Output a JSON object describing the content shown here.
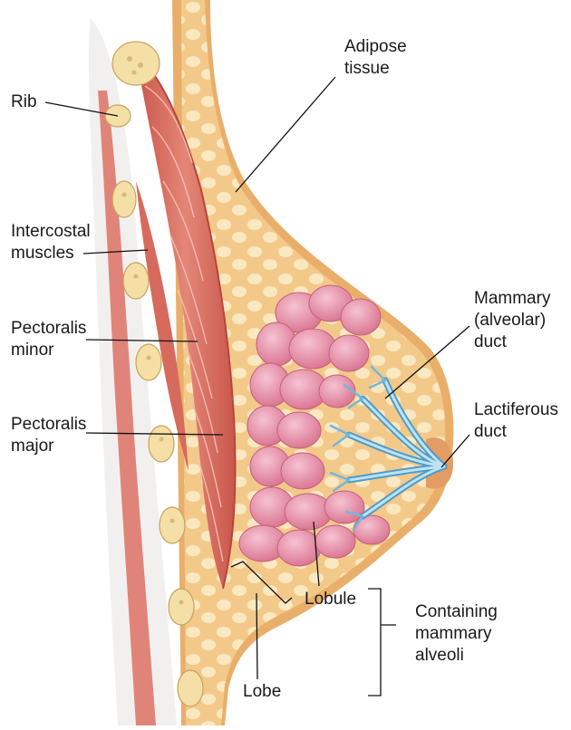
{
  "labels": {
    "rib": [
      "Rib"
    ],
    "intercostal": [
      "Intercostal",
      "muscles"
    ],
    "pec_minor": [
      "Pectoralis",
      "minor"
    ],
    "pec_major": [
      "Pectoralis",
      "major"
    ],
    "adipose": [
      "Adipose",
      "tissue"
    ],
    "mammary_duct": [
      "Mammary",
      "(alveolar)",
      "duct"
    ],
    "lactiferous": [
      "Lactiferous",
      "duct"
    ],
    "lobule": [
      "Lobule"
    ],
    "lobe": [
      "Lobe"
    ],
    "containing": [
      "Containing",
      "mammary",
      "alveoli"
    ]
  },
  "colors": {
    "skin": "#F2C98A",
    "skin_edge": "#C88A45",
    "fat_dot": "#FBEBC7",
    "muscle": "#D96A5E",
    "muscle_light": "#EFA394",
    "rib": "#F4DFA6",
    "lobule": "#E58AA6",
    "lobule_light": "#F2B4C6",
    "duct": "#6FB7DD",
    "duct_light": "#BFE3F3",
    "leader": "#111111"
  }
}
